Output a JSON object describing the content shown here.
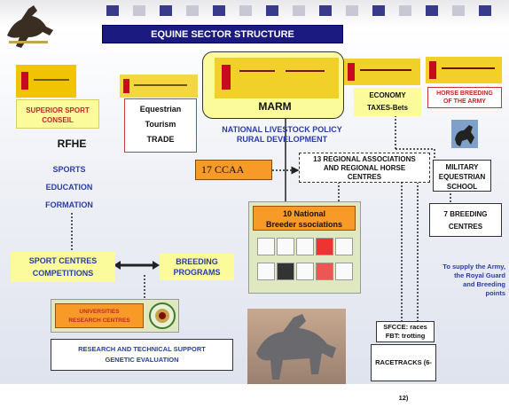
{
  "title": "EQUINE SECTOR STRUCTURE",
  "left": {
    "council": "SUPERIOR SPORT CONSEIL",
    "rfhe": "RFHE",
    "sports": "SPORTS",
    "education": "EDUCATION",
    "formation": "FORMATION"
  },
  "equestrian": {
    "line1": "Equestrian",
    "line2": "Tourism",
    "line3": "TRADE"
  },
  "marm": {
    "label": "MARM",
    "policy_line1": "NATIONAL LIVESTOCK POLICY",
    "policy_line2": "RURAL DEVELOPMENT"
  },
  "economy": {
    "line1": "ECONOMY",
    "line2": "TAXES-Bets"
  },
  "horse_breeding": {
    "line1": "HORSE BREEDING",
    "line2": "OF THE ARMY"
  },
  "ccaa": "17 CCAA",
  "regional": {
    "line1": "13  REGIONAL ASSOCIATIONS",
    "line2": "AND REGIONAL HORSE",
    "line3": "CENTRES"
  },
  "military": {
    "line1": "MILITARY",
    "line2": "EQUESTRIAN",
    "line3": "SCHOOL"
  },
  "breeder": {
    "line1": "10 National",
    "line2": "Breeder ssociations"
  },
  "breeding_centres": {
    "line1": "7 BREEDING",
    "line2": "CENTRES"
  },
  "sport_centres": {
    "line1": "SPORT CENTRES",
    "line2": "COMPETITIONS"
  },
  "breeding_programs": {
    "line1": "BREEDING",
    "line2": "PROGRAMS"
  },
  "army_note": {
    "line1": "To supply the Army,",
    "line2": "the Royal Guard",
    "line3": "and Breeding",
    "line4": "points"
  },
  "universities": {
    "line1": "UNIVERSITIES",
    "line2": "RESEARCH CENTRES"
  },
  "research": {
    "line1": "RESEARCH AND TECHNICAL SUPPORT",
    "line2": "GENETIC EVALUATION"
  },
  "races": {
    "line1": "SFCCE: races",
    "line2": "FBT: trotting"
  },
  "racetracks": "RACETRACKS (6-12)",
  "colors": {
    "title_bg": "#1a1a80",
    "label_blue": "#2a3ca8",
    "orange": "#f79a27",
    "yellow": "#fbfb9c",
    "accent_red": "#c0282a"
  }
}
